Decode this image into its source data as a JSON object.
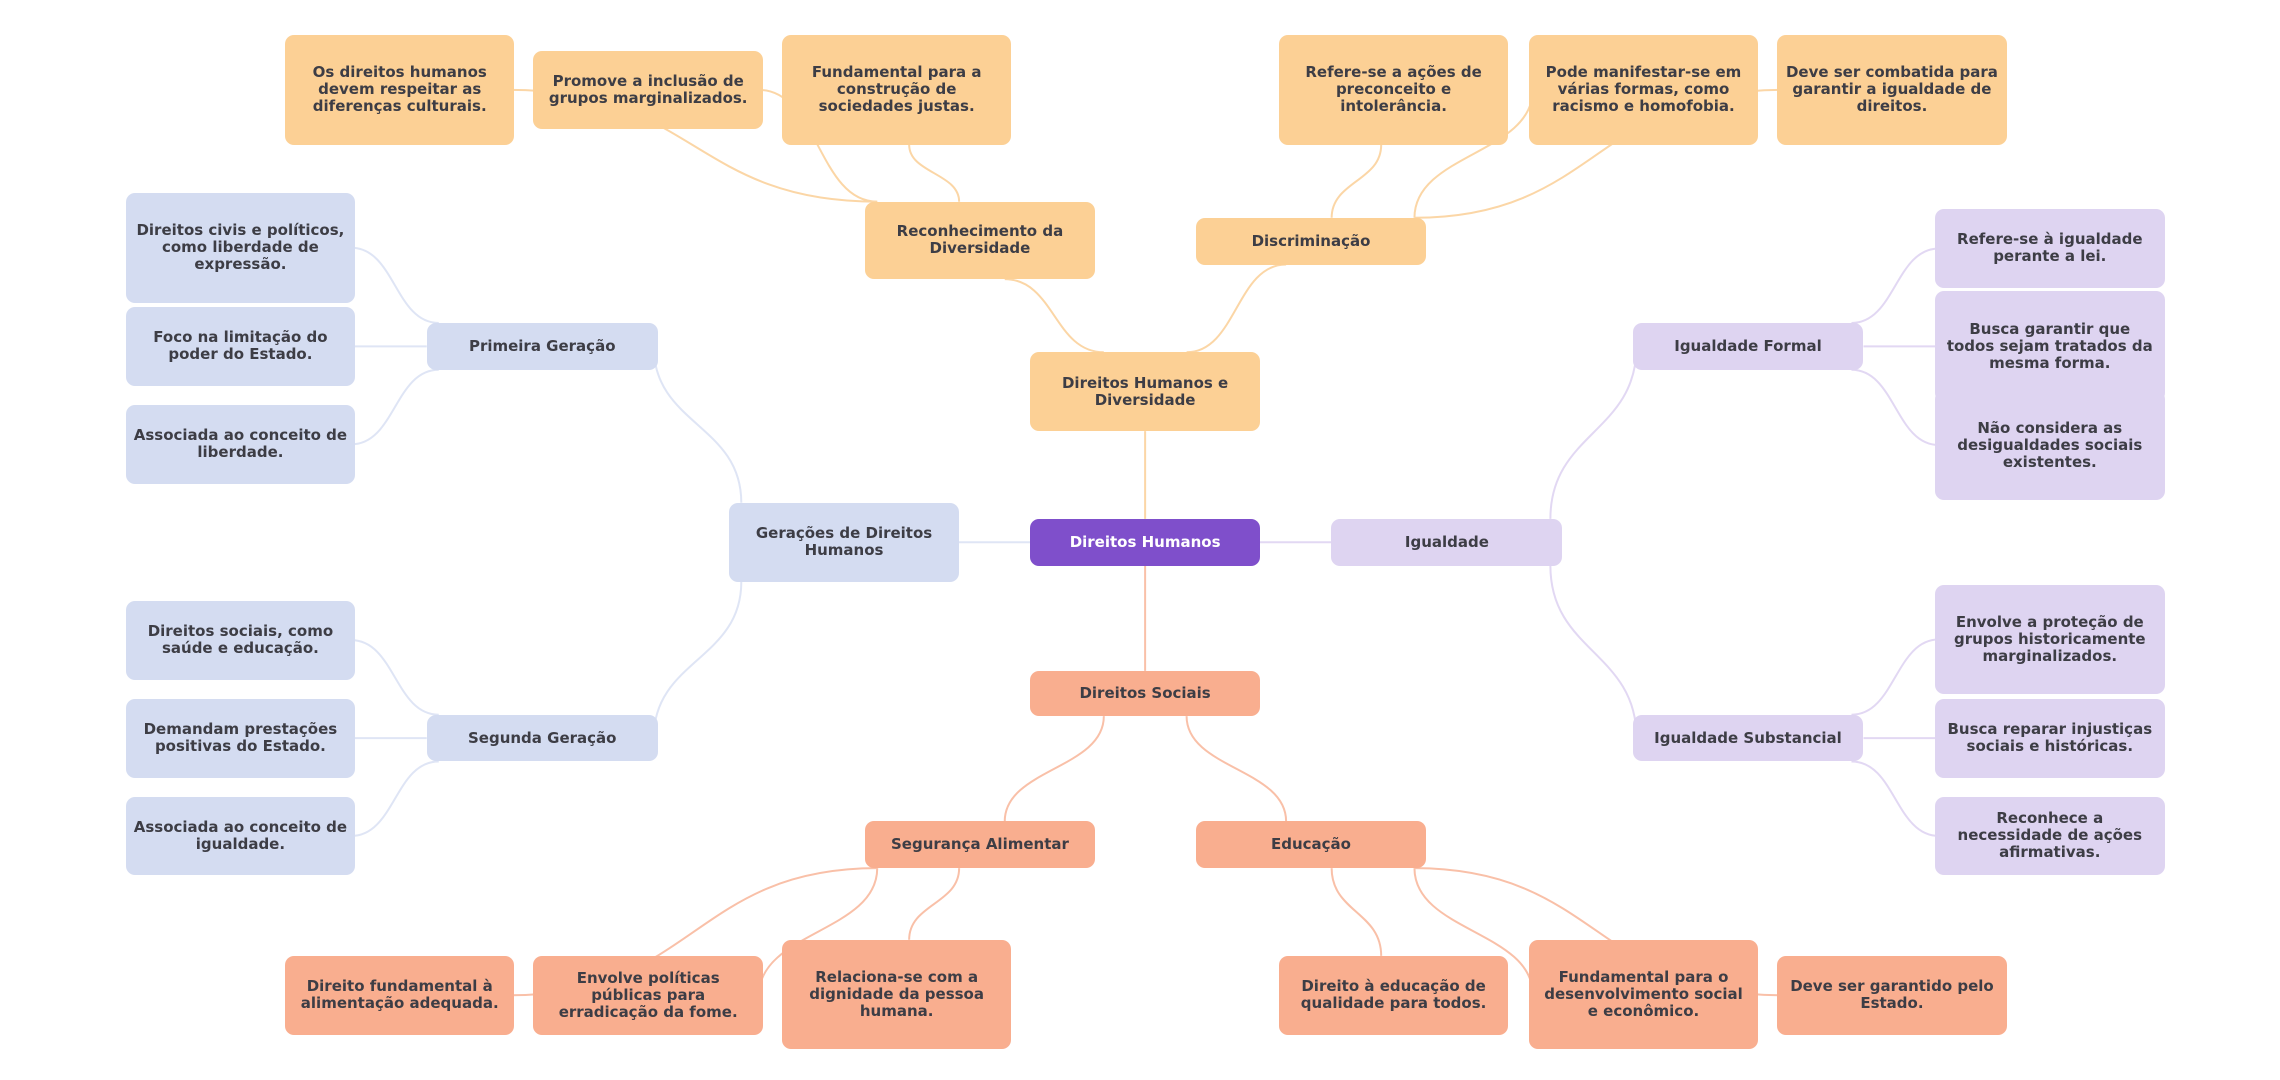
{
  "colors": {
    "root": "#7f4fcb",
    "diversity": "#fcd095",
    "diversity_line": "#fbd6a6",
    "generations": "#d4dcf1",
    "generations_line": "#dfe5f5",
    "equality": "#ded4f1",
    "equality_line": "#e2d8f3",
    "social": "#f9ae8f",
    "social_line": "#f9c0a8"
  },
  "root": {
    "label": "Direitos Humanos"
  },
  "branches": {
    "diversity": {
      "label": "Direitos Humanos e Diversidade",
      "children": [
        {
          "label": "Reconhecimento da Diversidade",
          "leaves": [
            "Os direitos humanos devem respeitar as diferenças culturais.",
            "Promove a inclusão de grupos marginalizados.",
            "Fundamental para a construção de sociedades justas."
          ]
        },
        {
          "label": "Discriminação",
          "leaves": [
            "Refere-se a ações de preconceito e intolerância.",
            "Pode manifestar-se em várias formas, como racismo e homofobia.",
            "Deve ser combatida para garantir a igualdade de direitos."
          ]
        }
      ]
    },
    "generations": {
      "label": "Gerações de Direitos Humanos",
      "children": [
        {
          "label": "Primeira Geração",
          "leaves": [
            "Direitos civis e políticos, como liberdade de expressão.",
            "Foco na limitação do poder do Estado.",
            "Associada ao conceito de liberdade."
          ]
        },
        {
          "label": "Segunda Geração",
          "leaves": [
            "Direitos sociais, como saúde e educação.",
            "Demandam prestações positivas do Estado.",
            "Associada ao conceito de igualdade."
          ]
        }
      ]
    },
    "equality": {
      "label": "Igualdade",
      "children": [
        {
          "label": "Igualdade Formal",
          "leaves": [
            "Refere-se à igualdade perante a lei.",
            "Busca garantir que todos sejam tratados da mesma forma.",
            "Não considera as desigualdades sociais existentes."
          ]
        },
        {
          "label": "Igualdade Substancial",
          "leaves": [
            "Envolve a proteção de grupos historicamente marginalizados.",
            "Busca reparar injustiças sociais e históricas.",
            "Reconhece a necessidade de ações afirmativas."
          ]
        }
      ]
    },
    "social": {
      "label": "Direitos Sociais",
      "children": [
        {
          "label": "Segurança Alimentar",
          "leaves": [
            "Direito fundamental à alimentação adequada.",
            "Envolve políticas públicas para erradicação da fome.",
            "Relaciona-se com a dignidade da pessoa humana."
          ]
        },
        {
          "label": "Educação",
          "leaves": [
            "Direito à educação de qualidade para todos.",
            "Fundamental para o desenvolvimento social e econômico.",
            "Deve ser garantido pelo Estado."
          ]
        }
      ]
    }
  }
}
